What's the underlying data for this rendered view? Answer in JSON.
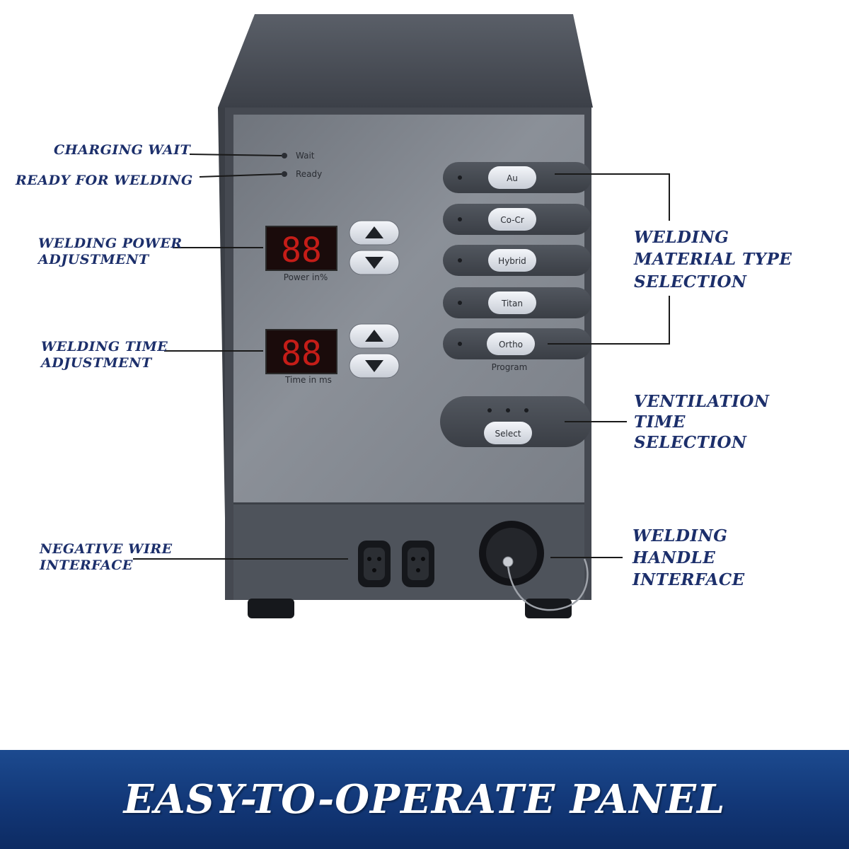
{
  "colors": {
    "label_navy": "#1c2f6b",
    "banner_blue": "#123777",
    "digit_red": "#d8201a",
    "panel_gray": "#8a8f97",
    "cabinet_dark": "#4a4f57"
  },
  "callouts": {
    "charging_wait": "CHARGING WAIT",
    "ready_for_welding": "READY FOR WELDING",
    "power_line1": "WELDING POWER",
    "power_line2": "ADJUSTMENT",
    "time_line1": "WELDING TIME",
    "time_line2": "ADJUSTMENT",
    "negative_line1": "NEGATIVE WIRE",
    "negative_line2": "INTERFACE",
    "material_line1": "WELDING",
    "material_line2": "MATERIAL TYPE",
    "material_line3": "SELECTION",
    "vent_line1": "VENTILATION",
    "vent_line2": "TIME",
    "vent_line3": "SELECTION",
    "handle_line1": "WELDING",
    "handle_line2": "HANDLE",
    "handle_line3": "INTERFACE"
  },
  "panel": {
    "wait_label": "Wait",
    "ready_label": "Ready",
    "power_display": "88",
    "power_caption": "Power in%",
    "time_display": "88",
    "time_caption": "Time in ms",
    "program_caption": "Program",
    "materials": [
      "Au",
      "Co-Cr",
      "Hybrid",
      "Titan",
      "Ortho"
    ],
    "select_label": "Select"
  },
  "banner": {
    "title": "EASY-TO-OPERATE PANEL"
  }
}
